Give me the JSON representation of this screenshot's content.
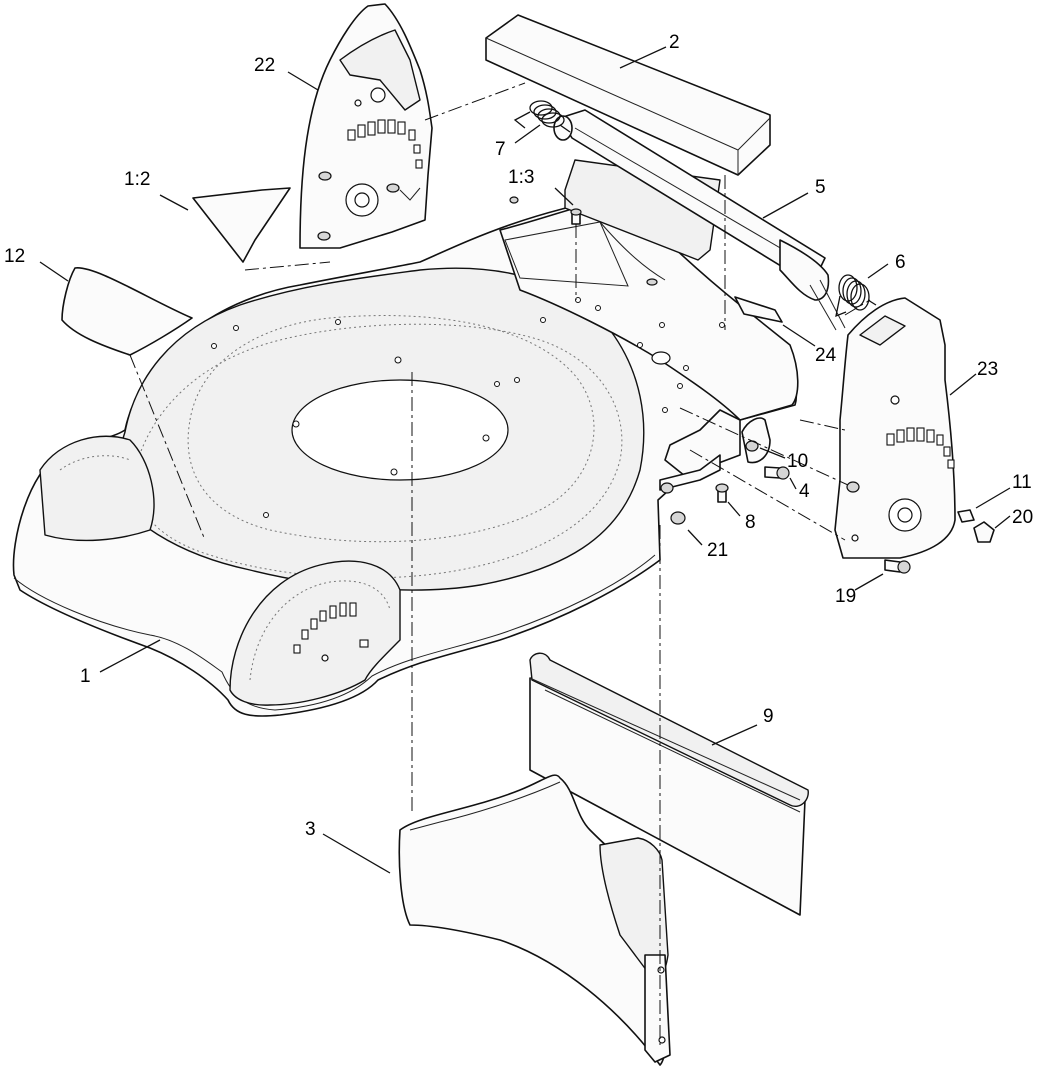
{
  "callouts": [
    {
      "id": "1",
      "label": "1"
    },
    {
      "id": "1-2",
      "label": "1:2"
    },
    {
      "id": "1-3",
      "label": "1:3"
    },
    {
      "id": "2",
      "label": "2"
    },
    {
      "id": "3",
      "label": "3"
    },
    {
      "id": "4",
      "label": "4"
    },
    {
      "id": "5",
      "label": "5"
    },
    {
      "id": "6",
      "label": "6"
    },
    {
      "id": "7",
      "label": "7"
    },
    {
      "id": "8",
      "label": "8"
    },
    {
      "id": "9",
      "label": "9"
    },
    {
      "id": "10",
      "label": "10"
    },
    {
      "id": "11",
      "label": "11"
    },
    {
      "id": "12",
      "label": "12"
    },
    {
      "id": "19",
      "label": "19"
    },
    {
      "id": "20",
      "label": "20"
    },
    {
      "id": "21",
      "label": "21"
    },
    {
      "id": "22",
      "label": "22"
    },
    {
      "id": "23",
      "label": "23"
    },
    {
      "id": "24",
      "label": "24"
    }
  ]
}
